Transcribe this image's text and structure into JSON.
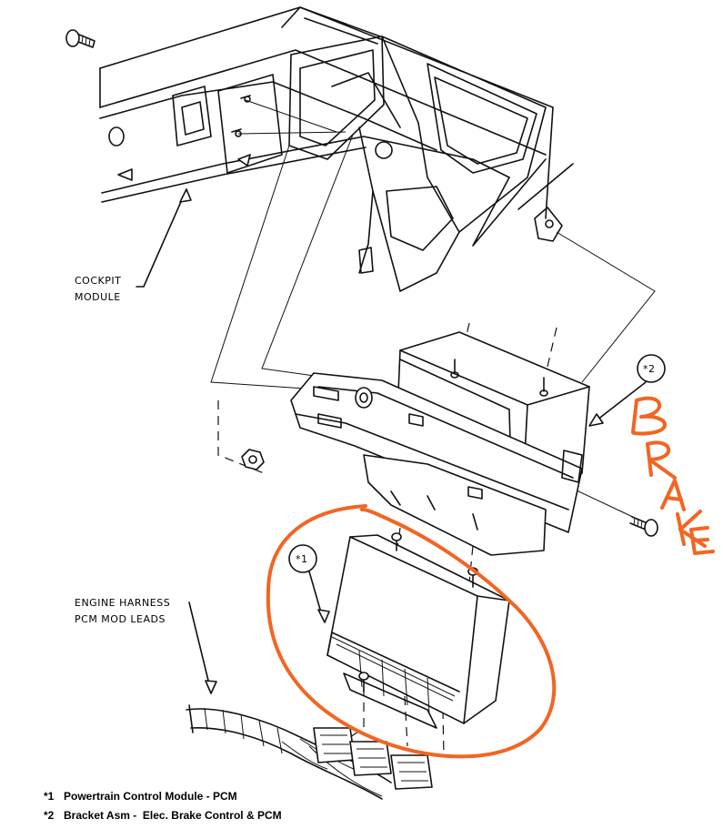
{
  "labels": {
    "cockpit_line1": "COCKPIT",
    "cockpit_line2": "MODULE",
    "harness_line1": "ENGINE HARNESS",
    "harness_line2": "PCM MOD LEADS",
    "callout_1": "*1",
    "callout_2": "*2"
  },
  "legend": [
    {
      "marker": "*1",
      "text": "Powertrain Control Module - PCM"
    },
    {
      "marker": "*2",
      "text": "Bracket Asm -  Elec. Brake Control & PCM"
    }
  ],
  "annotation": {
    "handwritten_word": "BRAKE",
    "color": "#f26522"
  }
}
